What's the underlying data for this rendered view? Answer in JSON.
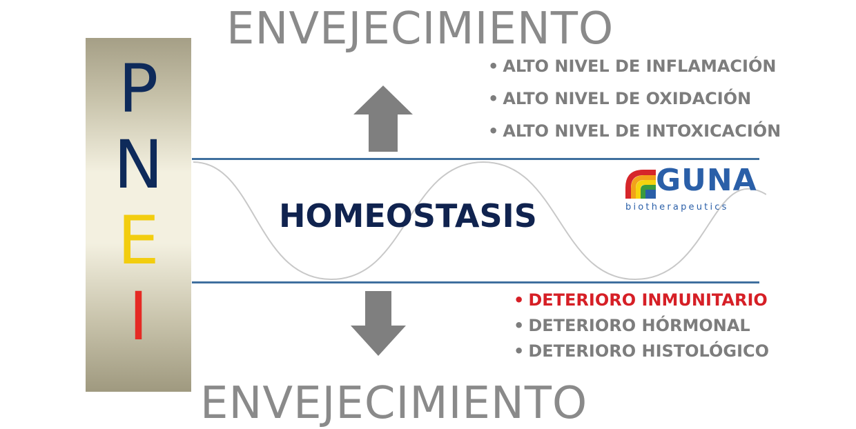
{
  "pnei_letters": [
    {
      "letter": "P",
      "color": "#0e2a5a"
    },
    {
      "letter": "N",
      "color": "#0e2a5a"
    },
    {
      "letter": "E",
      "color": "#f2cd0f"
    },
    {
      "letter": "I",
      "color": "#e52a24"
    }
  ],
  "title_top": "ENVEJECIMIENTO",
  "title_bottom": "ENVEJECIMIENTO",
  "upper_items": [
    "ALTO NIVEL DE INFLAMACIÓN",
    "ALTO NIVEL DE OXIDACIÓN",
    "ALTO NIVEL DE INTOXICACIÓN"
  ],
  "lower_items": [
    {
      "text": "DETERIORO INMUNITARIO",
      "color": "#d61f26"
    },
    {
      "text": "DETERIORO HÓRMONAL",
      "color": "#7d7d7d"
    },
    {
      "text": "DETERIORO HISTOLÓGICO",
      "color": "#7d7d7d"
    }
  ],
  "center_label": "HOMEOSTASIS",
  "center_color": "#10234f",
  "bullet_glyph": "•",
  "logo": {
    "name": "GUNA",
    "tagline": "biotherapeutics",
    "icon": "rainbow-arc-icon"
  },
  "colors": {
    "title_gray": "#8a8a8a",
    "arrow_gray": "#7f7f7f",
    "band_line": "#3f6f9e",
    "wave": "#c8c8c8"
  }
}
